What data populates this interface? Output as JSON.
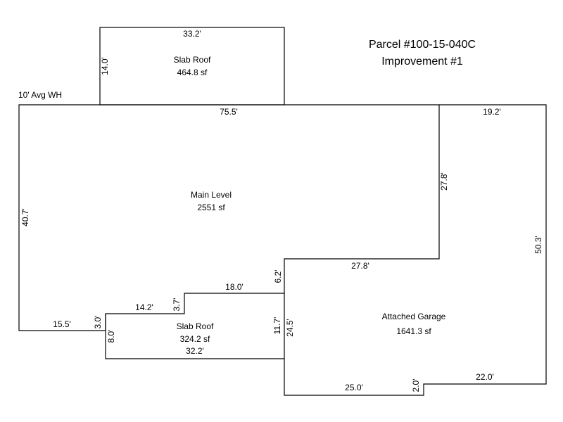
{
  "header": {
    "parcel": "Parcel #100-15-040C",
    "improvement": "Improvement #1"
  },
  "wall_height_note": "10' Avg WH",
  "areas": {
    "slab_roof_top": {
      "name": "Slab Roof",
      "size": "464.8 sf"
    },
    "main_level": {
      "name": "Main Level",
      "size": "2551 sf"
    },
    "slab_roof_bottom": {
      "name": "Slab Roof",
      "size": "324.2 sf"
    },
    "attached_garage": {
      "name": "Attached Garage",
      "size": "1641.3 sf"
    }
  },
  "dimensions": {
    "slab_top_width": "33.2'",
    "slab_top_depth": "14.0'",
    "main_top": "75.5'",
    "garage_top": "19.2'",
    "main_right_upper": "27.8'",
    "main_left": "40.7'",
    "garage_right": "50.3'",
    "main_step_horizontal": "27.8'",
    "main_step_vertical": "6.2'",
    "notch_top": "18.0'",
    "notch_vertical": "3.7'",
    "notch_left_top": "14.2'",
    "notch_small_vertical": "3.0'",
    "main_bottom_left": "15.5'",
    "slab_bottom_depth": "8.0'",
    "slab_bottom_right": "11.7'",
    "slab_bottom_width": "32.2'",
    "garage_left": "24.5'",
    "garage_bottom_left": "25.0'",
    "garage_step": "2.0'",
    "garage_bottom_right": "22.0'"
  }
}
